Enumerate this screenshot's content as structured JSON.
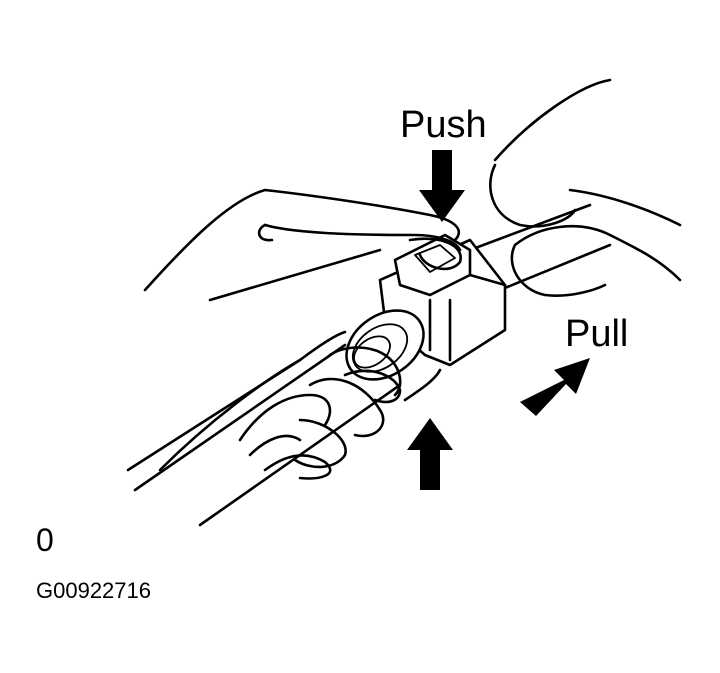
{
  "labels": {
    "push": "Push",
    "pull": "Pull"
  },
  "figure": {
    "number": "0",
    "code": "G00922716"
  },
  "colors": {
    "ink": "#000000",
    "background": "#ffffff"
  },
  "icons": {
    "push_arrow": "arrow-down-icon",
    "pull_arrow": "arrow-up-right-icon",
    "squeeze_arrow": "arrow-up-icon"
  }
}
